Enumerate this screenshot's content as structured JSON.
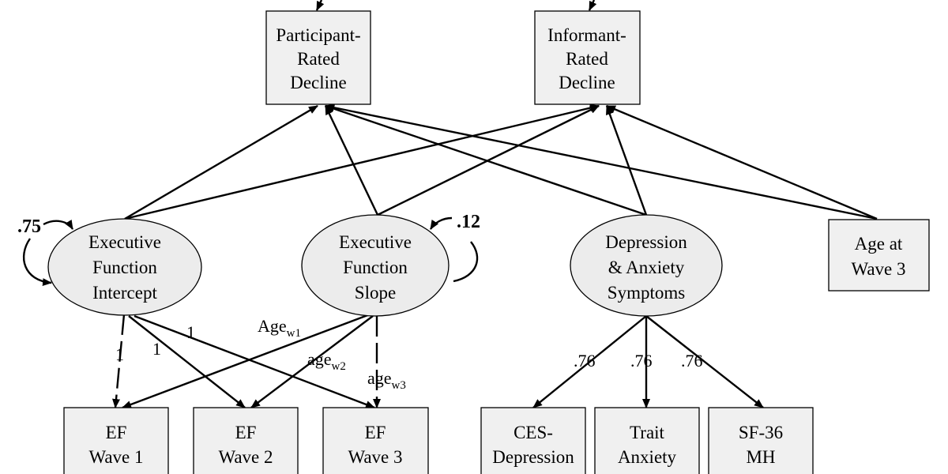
{
  "nodes": {
    "participant_decline": [
      "Participant-",
      "Rated",
      "Decline"
    ],
    "informant_decline": [
      "Informant-",
      "Rated",
      "Decline"
    ],
    "ef_intercept": [
      "Executive",
      "Function",
      "Intercept"
    ],
    "ef_slope": [
      "Executive",
      "Function",
      "Slope"
    ],
    "dep_anx": [
      "Depression",
      "& Anxiety",
      "Symptoms"
    ],
    "age_w3": [
      "Age at",
      "Wave 3"
    ],
    "ef_w1": [
      "EF",
      "Wave 1"
    ],
    "ef_w2": [
      "EF",
      "Wave 2"
    ],
    "ef_w3": [
      "EF",
      "Wave 3"
    ],
    "ces_dep": [
      "CES-",
      "Depression"
    ],
    "trait_anx": [
      "Trait",
      "Anxiety"
    ],
    "sf36": [
      "SF-36",
      "MH"
    ]
  },
  "variances": {
    "intercept": ".75",
    "slope": ".12"
  },
  "loadings": {
    "intercept_w1": "1",
    "intercept_w2": "1",
    "intercept_w3": "1",
    "slope_w1_base": "Age",
    "slope_w1_sub": "w1",
    "slope_w2_base": "age",
    "slope_w2_sub": "w2",
    "slope_w3_base": "age",
    "slope_w3_sub": "w3",
    "ces": ".76",
    "trait": ".76",
    "sf36": ".76"
  }
}
